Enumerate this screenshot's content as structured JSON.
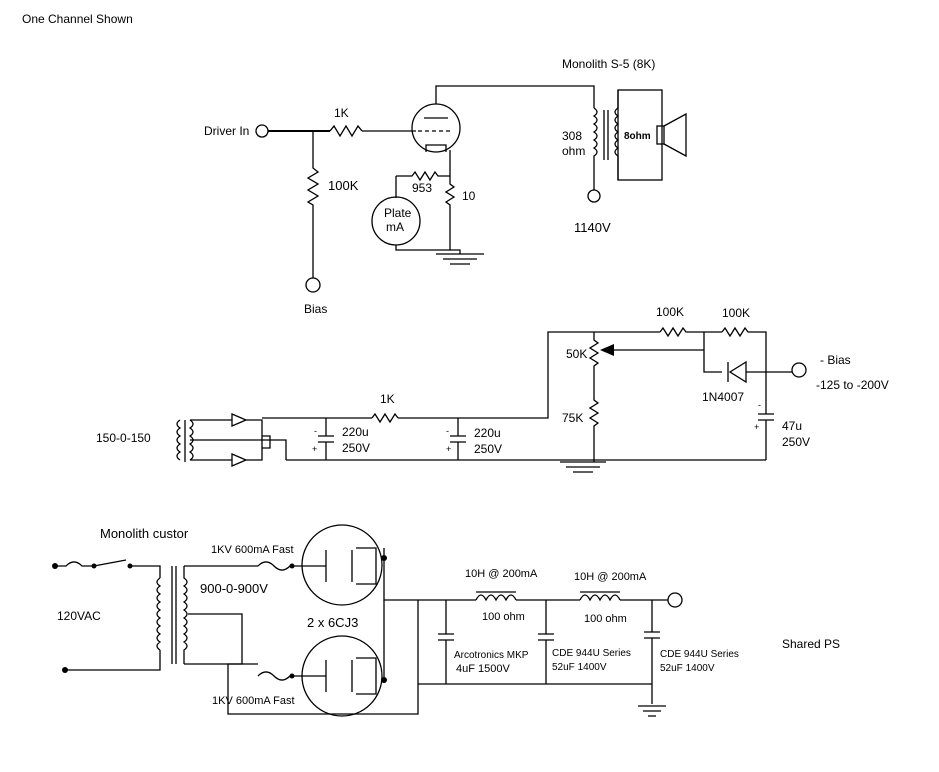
{
  "header": {
    "title": "One Channel Shown"
  },
  "amp": {
    "driver_in": "Driver In",
    "r_input": "1K",
    "r_grid": "100K",
    "bias": "Bias",
    "r_953": "953",
    "r_10": "10",
    "meter_line1": "Plate",
    "meter_line2": "mA",
    "transformer": "Monolith S-5 (8K)",
    "primary_line1": "308",
    "primary_line2": "ohm",
    "speaker": "8ohm",
    "b_plus": "1140V"
  },
  "bias_supply": {
    "transformer": "150-0-150",
    "cap1_value": "220u",
    "cap1_voltage": "250V",
    "r_series": "1K",
    "cap2_value": "220u",
    "cap2_voltage": "250V",
    "pot": "50K",
    "r_lower": "75K",
    "r_top1": "100K",
    "r_top2": "100K",
    "diode": "1N4007",
    "out_label": "- Bias",
    "out_range": "-125 to -200V",
    "cap3_value": "47u",
    "cap3_voltage": "250V"
  },
  "power_supply": {
    "transformer_maker": "Monolith custor",
    "mains": "120VAC",
    "secondary": "900-0-900V",
    "fuse_top": "1KV 600mA Fast",
    "fuse_bottom": "1KV 600mA Fast",
    "rectifiers": "2 x  6CJ3",
    "choke1": "10H @ 200mA",
    "choke1_dcr": "100 ohm",
    "choke2": "10H @ 200mA",
    "choke2_dcr": "100 ohm",
    "c1_line1": "Arcotronics MKP",
    "c1_line2": "4uF 1500V",
    "c2_line1": "CDE 944U Series",
    "c2_line2": "52uF 1400V",
    "c3_line1": "CDE 944U Series",
    "c3_line2": "52uF 1400V",
    "shared": "Shared PS"
  }
}
